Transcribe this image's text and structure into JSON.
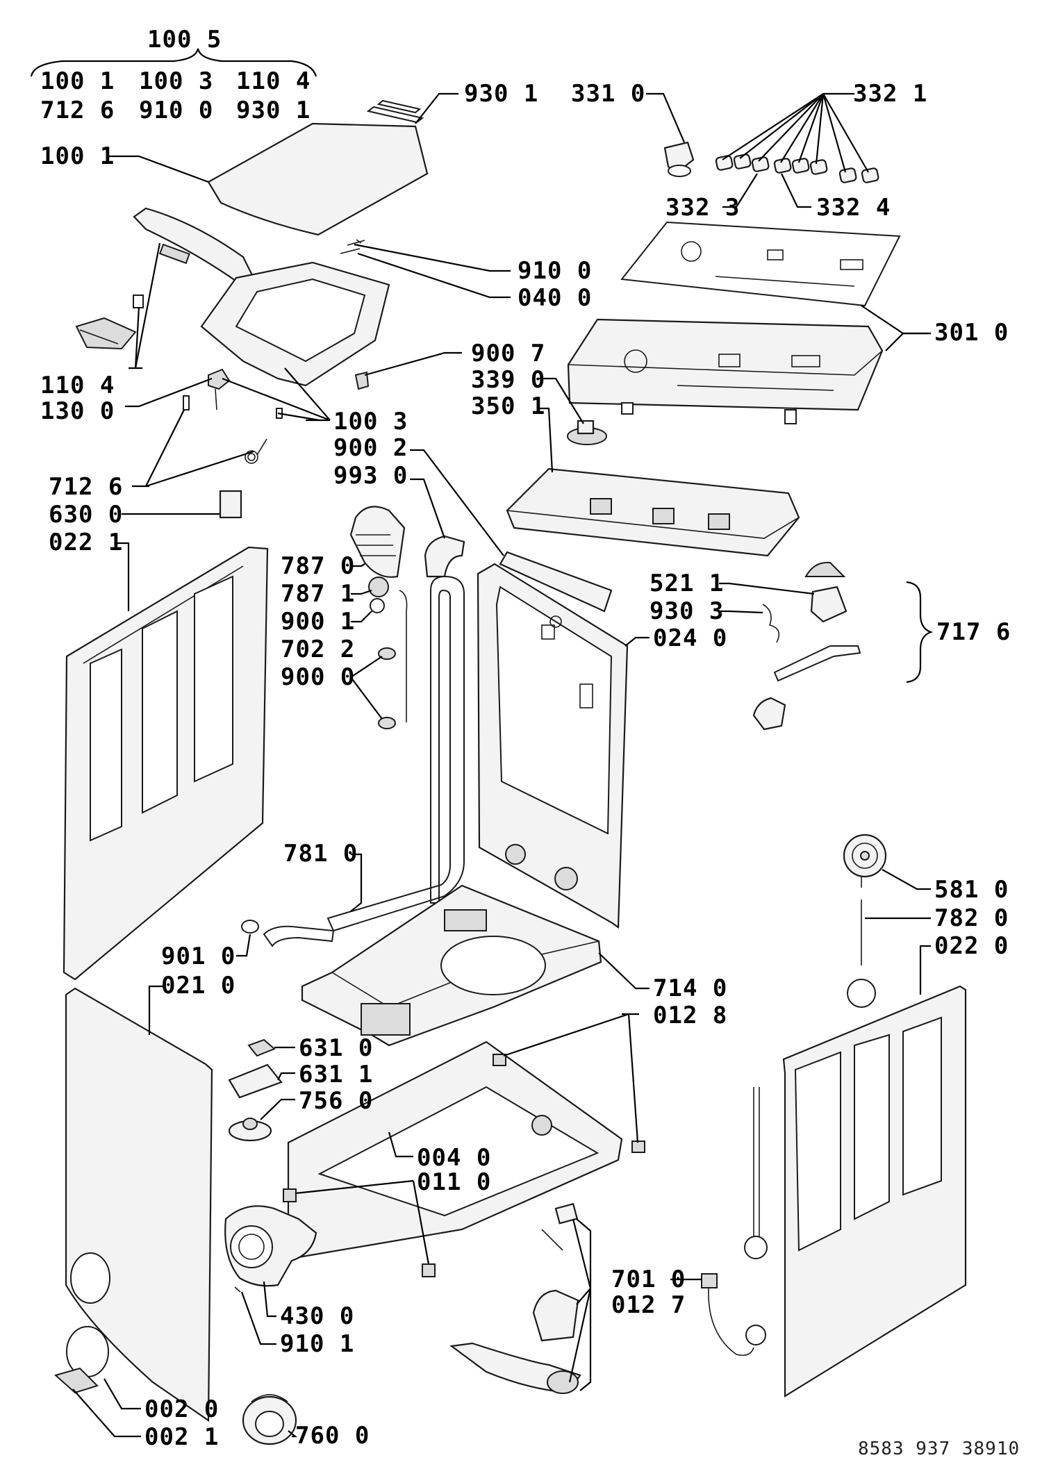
{
  "callouts": {
    "c1005": "100 5",
    "c1001a": "100 1",
    "c1003a": "100 3",
    "c1104a": "110 4",
    "c7126a": "712 6",
    "c9100a": "910 0",
    "c9301a": "930 1",
    "c9301b": "930 1",
    "c3310": "331 0",
    "c3321": "332 1",
    "c1001b": "100 1",
    "c3323": "332 3",
    "c3324": "332 4",
    "c9100b": "910 0",
    "c0400": "040 0",
    "c3010": "301 0",
    "c1104b": "110 4",
    "c1300": "130 0",
    "c9007": "900 7",
    "c3390": "339 0",
    "c3501": "350 1",
    "c1003b": "100 3",
    "c9002": "900 2",
    "c9930": "993 0",
    "c7126b": "712 6",
    "c6300": "630 0",
    "c0221": "022 1",
    "c7870": "787 0",
    "c7871": "787 1",
    "c9001": "900 1",
    "c7022": "702 2",
    "c9000": "900 0",
    "c5211": "521 1",
    "c9303": "930 3",
    "c0240": "024 0",
    "c7176": "717 6",
    "c7810": "781 0",
    "c5810": "581 0",
    "c7820": "782 0",
    "c0220": "022 0",
    "c9010": "901 0",
    "c0210": "021 0",
    "c7140": "714 0",
    "c0128": "012 8",
    "c6310": "631 0",
    "c6311": "631 1",
    "c7560": "756 0",
    "c0040": "004 0",
    "c0110": "011 0",
    "c7010": "701 0",
    "c0127": "012 7",
    "c4300": "430 0",
    "c9101": "910 1",
    "c0020": "002 0",
    "c0021": "002 1",
    "c7600": "760 0"
  },
  "document_number": "8583 937 38910"
}
